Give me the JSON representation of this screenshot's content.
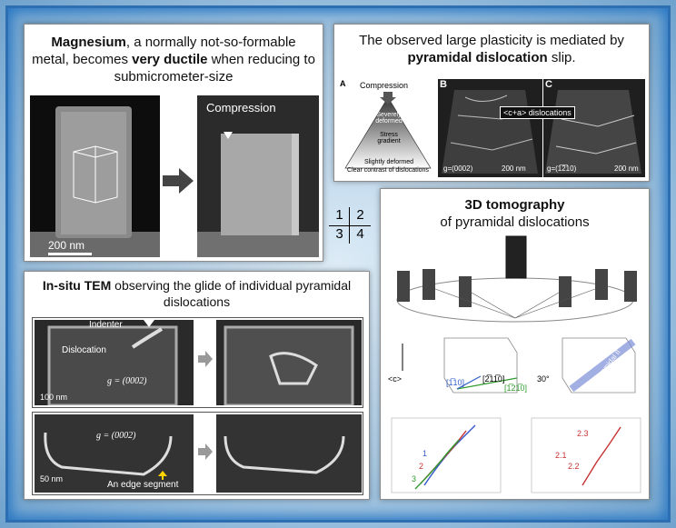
{
  "panel1": {
    "title_b1": "Magnesium",
    "title_1": ", a normally not-so-formable metal, becomes ",
    "title_b2": "very ductile",
    "title_2": " when reducing to submicrometer-size",
    "scale_label": "200 nm",
    "compression_label": "Compression"
  },
  "panel2": {
    "title_1": "The observed large plasticity is mediated by ",
    "title_b": "pyramidal dislocation",
    "title_2": " slip.",
    "label_a": "A",
    "label_b": "B",
    "label_c": "C",
    "compression": "Compression",
    "severely": "Severely deformed",
    "stress": "Stress gradient",
    "slightly": "Slightly deformed",
    "clear": "Clear contrast of dislocations",
    "ca_disl": "<c+a> dislocations",
    "g_b": "g=(0002)",
    "scale_b": "200 nm",
    "g_c": "g=(1̅2̅10)",
    "scale_c": "200 nm"
  },
  "panel3": {
    "title_b": "In-situ TEM",
    "title_1": " observing the glide of individual pyramidal dislocations",
    "indenter": "Indenter",
    "dislocation": "Dislocation",
    "g_top": "g = (0002)",
    "scale_top": "100 nm",
    "g_bottom": "g = (0002)",
    "scale_bottom": "50 nm",
    "edge": "An edge segment"
  },
  "panel4": {
    "title_b": "3D tomography",
    "title_2": "of pyramidal dislocations",
    "c_axis": "<c>",
    "dir1": "[1̅10]",
    "dir2": "[2̅11̅0]",
    "dir3": "[1̅21̅0]",
    "angle": "30°",
    "plane": "Pyramidal II",
    "n1": "1",
    "n2": "2",
    "n3": "3",
    "n21": "2.1",
    "n22": "2.2",
    "n23": "2.3"
  },
  "quadrant": {
    "q1": "1",
    "q2": "2",
    "q3": "3",
    "q4": "4"
  }
}
